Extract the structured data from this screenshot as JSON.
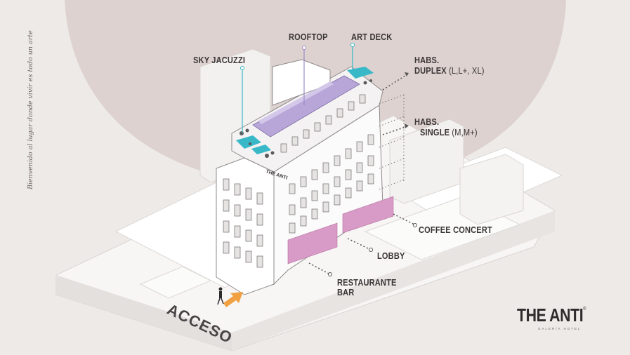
{
  "tagline": "Bienvenido al lugar donde vivir es todo un arte",
  "labels": {
    "sky_jacuzzi": "SKY JACUZZI",
    "rooftop": "ROOFTOP",
    "art_deck": "ART DECK",
    "habs_duplex_line1": "HABS.",
    "habs_duplex_line2": "DUPLEX",
    "habs_duplex_types": "(L,L+, XL)",
    "habs_single_line1": "HABS.",
    "habs_single_line2": "SINGLE",
    "habs_single_types": "(M,M+)",
    "coffee_concert": "COFFEE CONCERT",
    "lobby": "LOBBY",
    "restaurante": "RESTAURANTE",
    "bar": "BAR",
    "acceso": "ACCESO"
  },
  "building_sign": "THE ANTI",
  "brand": {
    "name": "THE ANTI",
    "mark": "®",
    "subtitle": "GALERÍA HOTEL"
  },
  "colors": {
    "background": "#eeeae7",
    "halo": "#ddd2cf",
    "rooftop_purple": "#b8a6d8",
    "jacuzzi_cyan": "#39b8c8",
    "lobby_pink": "#d89ac6",
    "accent_orange": "#f0a040"
  }
}
